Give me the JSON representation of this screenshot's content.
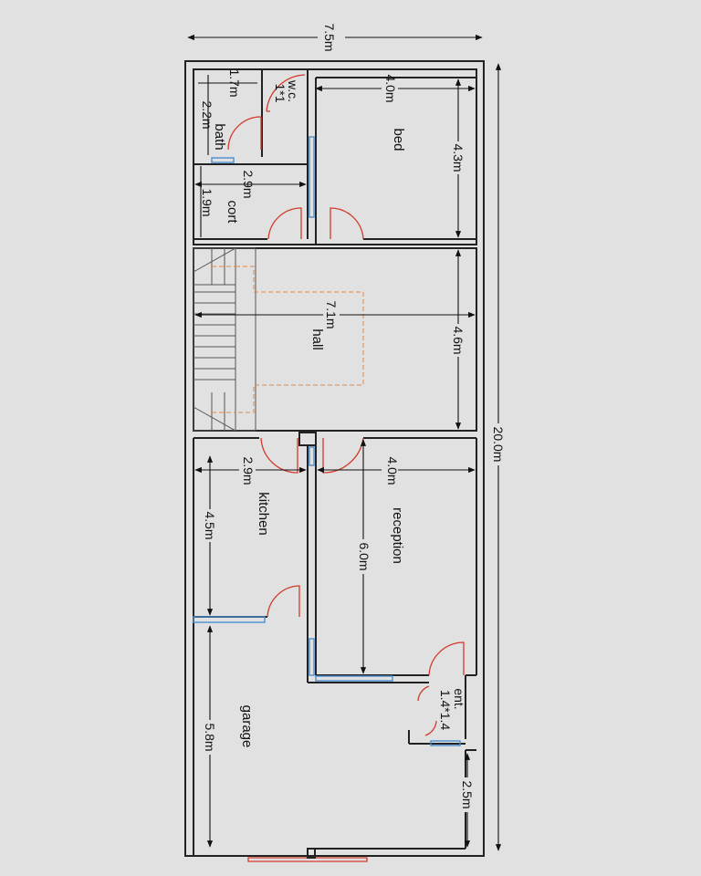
{
  "dimensions": {
    "total_width": "7.5m",
    "total_length": "20.0m",
    "bath_w": "1.7m",
    "bath_l": "2.2m",
    "wc_size": "1*1",
    "bed_w": "4.0m",
    "bed_l": "4.3m",
    "cort_w": "2.9m",
    "cort_l": "1.9m",
    "hall_w": "7.1m",
    "hall_l": "4.6m",
    "kitchen_w": "2.9m",
    "kitchen_l": "4.5m",
    "reception_w": "4.0m",
    "reception_l": "6.0m",
    "ent_size": "1.4*1.4",
    "garage_l": "5.8m",
    "garage_ext": "2.5m"
  },
  "rooms": {
    "bed": "bed",
    "bath": "bath",
    "wc": "w.c.",
    "cort": "cort",
    "hall": "hall",
    "kitchen": "kitchen",
    "reception": "reception",
    "ent": "ent.",
    "garage": "garage"
  },
  "colors": {
    "wall": "#222222",
    "window": "#4a8fd0",
    "door": "#d23a2a",
    "stair_outline": "#e08a4a",
    "background": "#e1e1e1"
  }
}
